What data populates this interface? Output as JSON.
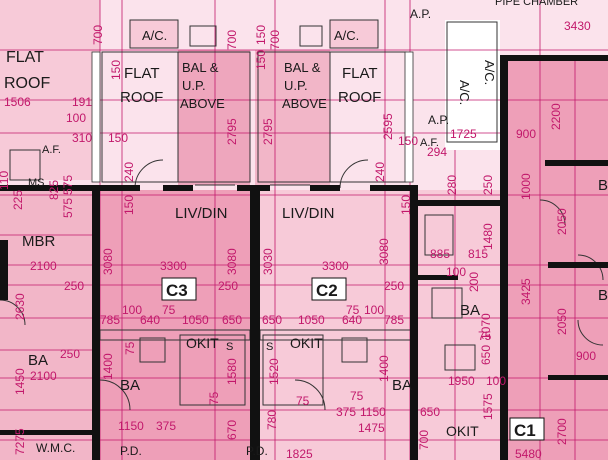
{
  "labels": {
    "flat_roof_left": [
      "FLAT",
      "ROOF"
    ],
    "flat_roof_c3": [
      "FLAT",
      "ROOF"
    ],
    "bal_up_above_c3": [
      "BAL &",
      "U.P.",
      "ABOVE"
    ],
    "bal_up_above_c2": [
      "BAL &",
      "U.P.",
      "ABOVE"
    ],
    "flat_roof_c2": [
      "FLAT",
      "ROOF"
    ],
    "ac_c3": "A/C.",
    "ac_c2": "A/C.",
    "ac_right": "A/C.",
    "ac_right2": "A/C.",
    "ap_top": "A.P.",
    "ap_right": "A.P.",
    "pipe_chamber": "PIPE CHAMBER",
    "af_left": "A.F.",
    "af_right": "A.F.",
    "ms": "MS",
    "mbr": "MBR",
    "liv_din_c3": "LIV/DIN",
    "liv_din_c2": "LIV/DIN",
    "c3": "C3",
    "c2": "C2",
    "c1": "C1",
    "okit_c3": "OKIT",
    "okit_c2": "OKIT",
    "okit_c1": "OKIT",
    "ba_left": "BA",
    "ba_c3": "BA",
    "ba_c2": "BA",
    "ba_mid": "BA",
    "wmc": "W.M.C.",
    "pd_1": "P.D.",
    "pd_2": "P.D.",
    "s_1": "S",
    "s_2": "S",
    "b_right_1": "B",
    "b_right_2": "B"
  },
  "dimensions": [
    "700",
    "700",
    "150",
    "2795",
    "150",
    "700",
    "150",
    "2795",
    "2595",
    "150",
    "1506",
    "191",
    "100",
    "310",
    "150",
    "240",
    "150",
    "240",
    "150",
    "3080",
    "3300",
    "3080",
    "3030",
    "3300",
    "3080",
    "785",
    "100",
    "75",
    "640",
    "1050",
    "650",
    "650",
    "1050",
    "640",
    "75",
    "100",
    "785",
    "1400",
    "1580",
    "1520",
    "1400",
    "75",
    "75",
    "75",
    "75",
    "1150",
    "375",
    "375",
    "1150",
    "1475",
    "780",
    "670",
    "1825",
    "2100",
    "2630",
    "250",
    "250",
    "250",
    "2100",
    "1450",
    "885",
    "815",
    "100",
    "1480",
    "200",
    "1070",
    "75",
    "650",
    "1950",
    "100",
    "1575",
    "650",
    "700",
    "3430",
    "1725",
    "900",
    "2200",
    "900",
    "3425",
    "2050",
    "2050",
    "2700",
    "5480",
    "1000",
    "294",
    "280",
    "250",
    "575",
    "825",
    "575",
    "225",
    "110",
    "250",
    "7275"
  ]
}
